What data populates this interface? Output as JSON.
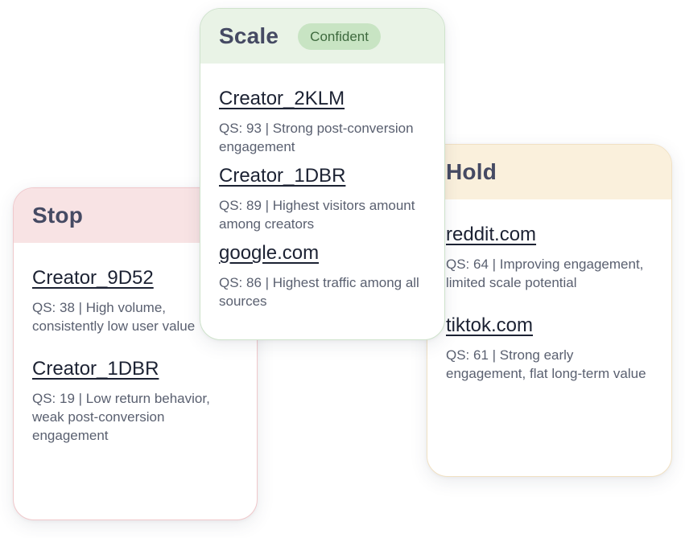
{
  "cards": {
    "stop": {
      "title": "Stop",
      "entries": [
        {
          "name": "Creator_9D52",
          "desc": "QS: 38 | High volume, consistently low user value"
        },
        {
          "name": "Creator_1DBR",
          "desc": "QS: 19 | Low return behavior, weak post-conversion engagement"
        }
      ]
    },
    "scale": {
      "title": "Scale",
      "badge": "Confident",
      "entries": [
        {
          "name": "Creator_2KLM",
          "desc": "QS: 93 | Strong post-conversion engagement"
        },
        {
          "name": "Creator_1DBR",
          "desc": "QS: 89 | Highest visitors amount among creators"
        },
        {
          "name": "google.com",
          "desc": "QS: 86 | Highest traffic among all sources"
        }
      ]
    },
    "hold": {
      "title": "Hold",
      "entries": [
        {
          "name": "reddit.com",
          "desc": "QS: 64 | Improving engagement, limited scale potential"
        },
        {
          "name": "tiktok.com",
          "desc": "QS: 61 | Strong early engagement, flat long-term value"
        }
      ]
    }
  },
  "colors": {
    "stop_header": "#f8e3e4",
    "scale_header": "#e9f3e6",
    "hold_header": "#faf0dc",
    "badge_bg": "#c8e4c3"
  }
}
